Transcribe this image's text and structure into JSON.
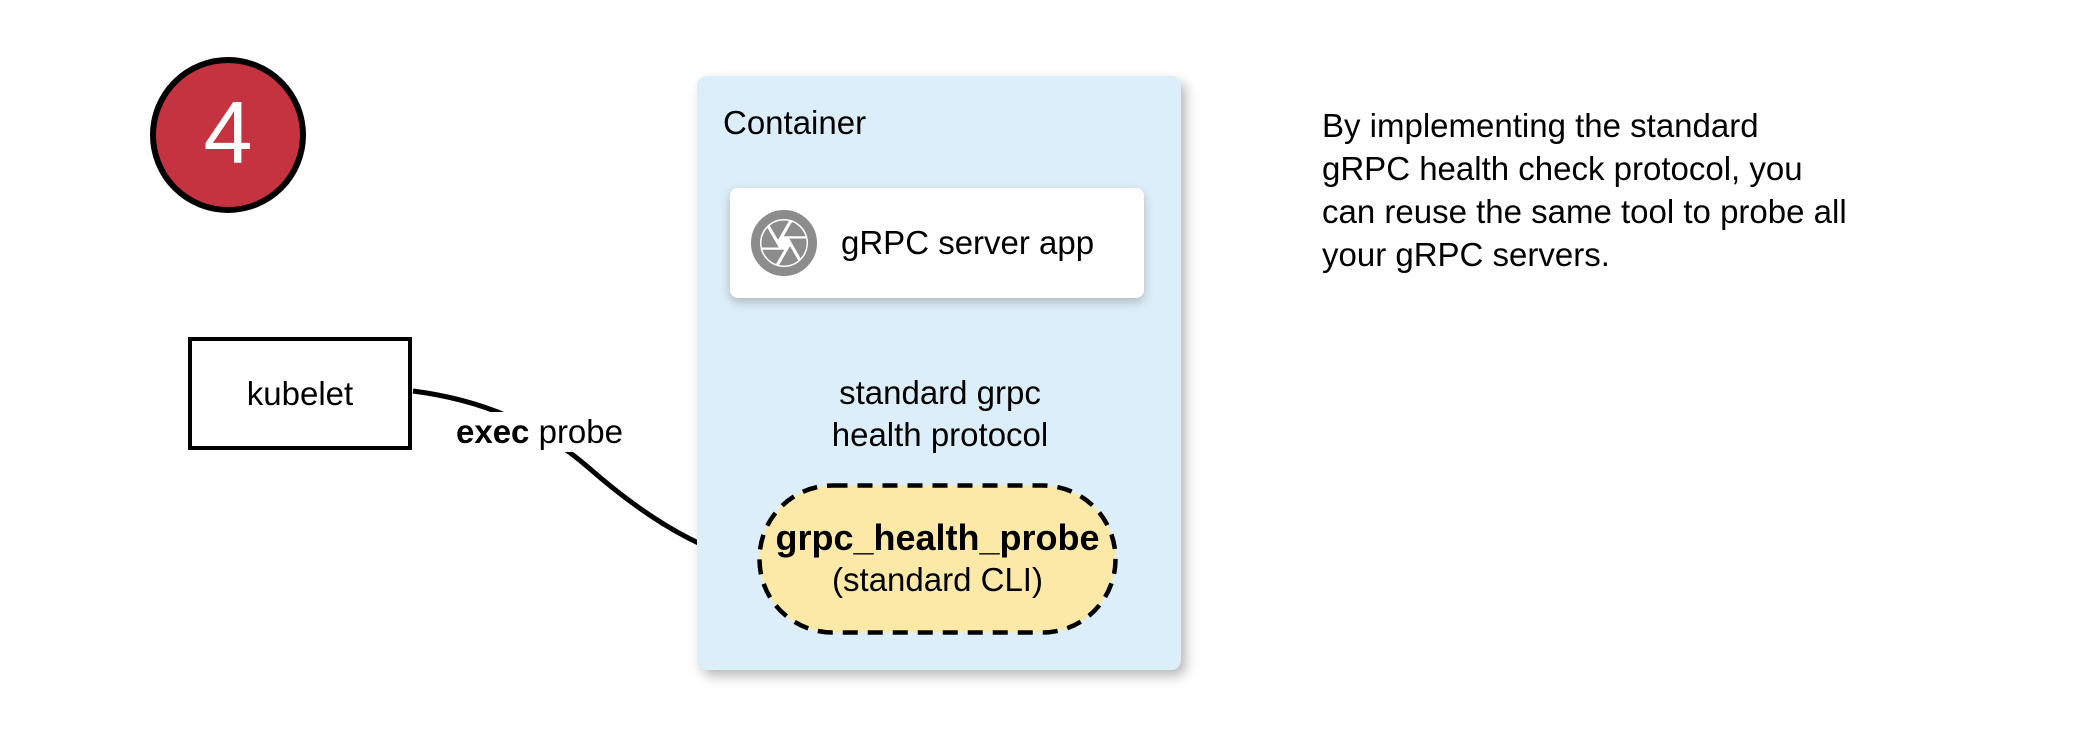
{
  "step_badge": {
    "number": "4"
  },
  "kubelet": {
    "label": "kubelet"
  },
  "exec_probe": {
    "bold": "exec",
    "rest": " probe"
  },
  "container": {
    "title": "Container",
    "server_card": {
      "label": "gRPC server app",
      "icon": "aperture-icon"
    },
    "arrow_label": {
      "line1": "standard grpc",
      "line2": "health protocol"
    },
    "probe_pill": {
      "title": "grpc_health_probe",
      "subtitle": "(standard CLI)"
    }
  },
  "note": {
    "text": "By implementing the standard\ngRPC health check protocol, you\ncan reuse the same tool to probe all\nyour gRPC servers."
  },
  "colors": {
    "badge_red": "#C4333F",
    "container_blue": "#DCEEF9",
    "pill_yellow": "#FCE9A7",
    "icon_gray": "#8C8C8C",
    "line_black": "#000000"
  }
}
